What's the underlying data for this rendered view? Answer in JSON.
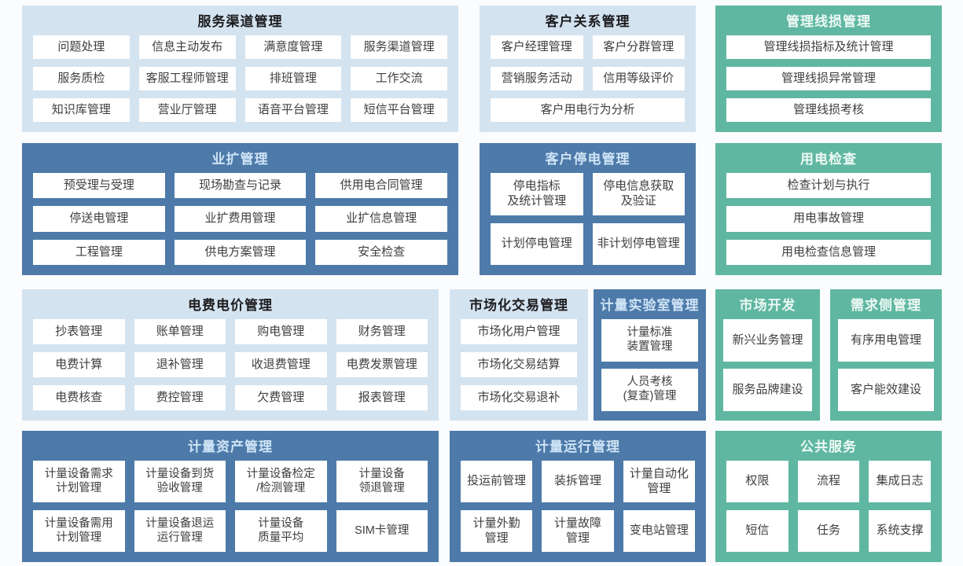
{
  "colors": {
    "panel_light": "#d4e3f0",
    "panel_blue": "#4d7aa9",
    "panel_teal": "#60b7a1",
    "box_bg": "#ffffff",
    "box_text": "#3e3e40",
    "title_on_light": "#1c1c1e",
    "title_on_blue": "#cfe4f6",
    "title_on_teal": "#edf9f4"
  },
  "panels": [
    {
      "name": "service-channel-mgmt",
      "theme": "light",
      "title": "服务渠道管理",
      "rows": [
        [
          "问题处理",
          "信息主动发布",
          "满意度管理",
          "服务渠道管理"
        ],
        [
          "服务质检",
          "客服工程师管理",
          "排班管理",
          "工作交流"
        ],
        [
          "知识库管理",
          "营业厅管理",
          "语音平台管理",
          "短信平台管理"
        ]
      ]
    },
    {
      "name": "customer-relationship-mgmt",
      "theme": "light",
      "title": "客户关系管理",
      "rows": [
        [
          "客户经理管理",
          "客户分群管理"
        ],
        [
          "营销服务活动",
          "信用等级评价"
        ],
        [
          "客户用电行为分析"
        ]
      ]
    },
    {
      "name": "line-loss-mgmt",
      "theme": "teal",
      "title": "管理线损管理",
      "rows": [
        [
          "管理线损指标及统计管理"
        ],
        [
          "管理线损异常管理"
        ],
        [
          "管理线损考核"
        ]
      ]
    },
    {
      "name": "business-expansion-mgmt",
      "theme": "blue",
      "title": "业扩管理",
      "rows": [
        [
          "预受理与受理",
          "现场勘查与记录",
          "供用电合同管理"
        ],
        [
          "停送电管理",
          "业扩费用管理",
          "业扩信息管理"
        ],
        [
          "工程管理",
          "供电方案管理",
          "安全检查"
        ]
      ]
    },
    {
      "name": "customer-outage-mgmt",
      "theme": "blue",
      "title": "客户停电管理",
      "rows": [
        [
          "停电指标\n及统计管理",
          "停电信息获取\n及验证"
        ],
        [
          "计划停电管理",
          "非计划停电管理"
        ]
      ]
    },
    {
      "name": "power-use-inspection",
      "theme": "teal",
      "title": "用电检查",
      "rows": [
        [
          "检查计划与执行"
        ],
        [
          "用电事故管理"
        ],
        [
          "用电检查信息管理"
        ]
      ]
    },
    {
      "name": "billing-pricing-mgmt",
      "theme": "light",
      "title": "电费电价管理",
      "rows": [
        [
          "抄表管理",
          "账单管理",
          "购电管理",
          "财务管理"
        ],
        [
          "电费计算",
          "退补管理",
          "收退费管理",
          "电费发票管理"
        ],
        [
          "电费核查",
          "费控管理",
          "欠费管理",
          "报表管理"
        ]
      ]
    },
    {
      "name": "market-trading-mgmt",
      "theme": "light",
      "title": "市场化交易管理",
      "rows": [
        [
          "市场化用户管理"
        ],
        [
          "市场化交易结算"
        ],
        [
          "市场化交易退补"
        ]
      ]
    },
    {
      "name": "metering-lab-mgmt",
      "theme": "blue",
      "title": "计量实验室管理",
      "rows": [
        [
          "计量标准\n装置管理"
        ],
        [
          "人员考核\n(复查)管理"
        ]
      ]
    },
    {
      "name": "market-development",
      "theme": "teal",
      "title": "市场开发",
      "rows": [
        [
          "新兴业务管理"
        ],
        [
          "服务品牌建设"
        ]
      ]
    },
    {
      "name": "demand-side-mgmt",
      "theme": "teal",
      "title": "需求侧管理",
      "rows": [
        [
          "有序用电管理"
        ],
        [
          "客户能效建设"
        ]
      ]
    },
    {
      "name": "metering-asset-mgmt",
      "theme": "blue",
      "title": "计量资产管理",
      "rows": [
        [
          "计量设备需求\n计划管理",
          "计量设备到货\n验收管理",
          "计量设备检定\n/检测管理",
          "计量设备\n领退管理"
        ],
        [
          "计量设备需用\n计划管理",
          "计量设备退运\n运行管理",
          "计量设备\n质量平均",
          "SIM卡管理"
        ]
      ]
    },
    {
      "name": "metering-operation-mgmt",
      "theme": "blue",
      "title": "计量运行管理",
      "rows": [
        [
          "投运前管理",
          "装拆管理",
          "计量自动化\n管理"
        ],
        [
          "计量外勤\n管理",
          "计量故障\n管理",
          "变电站管理"
        ]
      ]
    },
    {
      "name": "public-services",
      "theme": "teal",
      "title": "公共服务",
      "rows": [
        [
          "权限",
          "流程",
          "集成日志"
        ],
        [
          "短信",
          "任务",
          "系统支撑"
        ]
      ]
    }
  ]
}
